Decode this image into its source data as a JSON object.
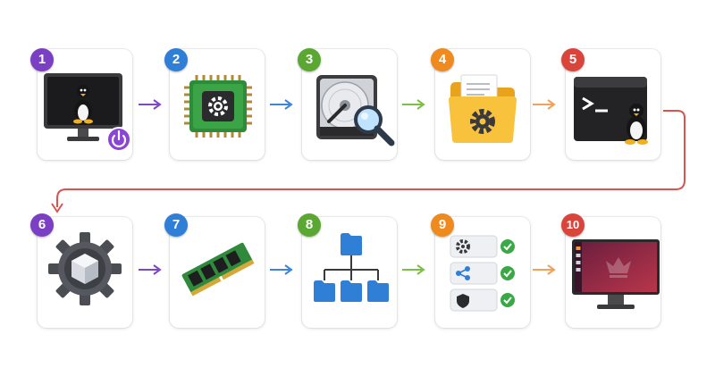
{
  "diagram": {
    "steps": [
      {
        "number": "1",
        "icon": "linux-monitor-power-icon",
        "color": "#7b3fc4"
      },
      {
        "number": "2",
        "icon": "cpu-chip-gear-icon",
        "color": "#2f7fd6"
      },
      {
        "number": "3",
        "icon": "hard-drive-magnifier-icon",
        "color": "#5aa832"
      },
      {
        "number": "4",
        "icon": "folder-settings-icon",
        "color": "#ef8a1f"
      },
      {
        "number": "5",
        "icon": "terminal-linux-icon",
        "color": "#d9453a"
      },
      {
        "number": "6",
        "icon": "virtualbox-gear-icon",
        "color": "#7b3fc4"
      },
      {
        "number": "7",
        "icon": "ram-module-icon",
        "color": "#2f7fd6"
      },
      {
        "number": "8",
        "icon": "folder-hierarchy-icon",
        "color": "#5aa832"
      },
      {
        "number": "9",
        "icon": "settings-checklist-icon",
        "color": "#ef8a1f"
      },
      {
        "number": "10",
        "icon": "ubuntu-desktop-monitor-icon",
        "color": "#d9453a"
      }
    ],
    "arrow_colors": [
      "#7b48c8",
      "#3b86d9",
      "#7cbf45",
      "#f2a05a"
    ],
    "connector_color": "#d9534f"
  }
}
